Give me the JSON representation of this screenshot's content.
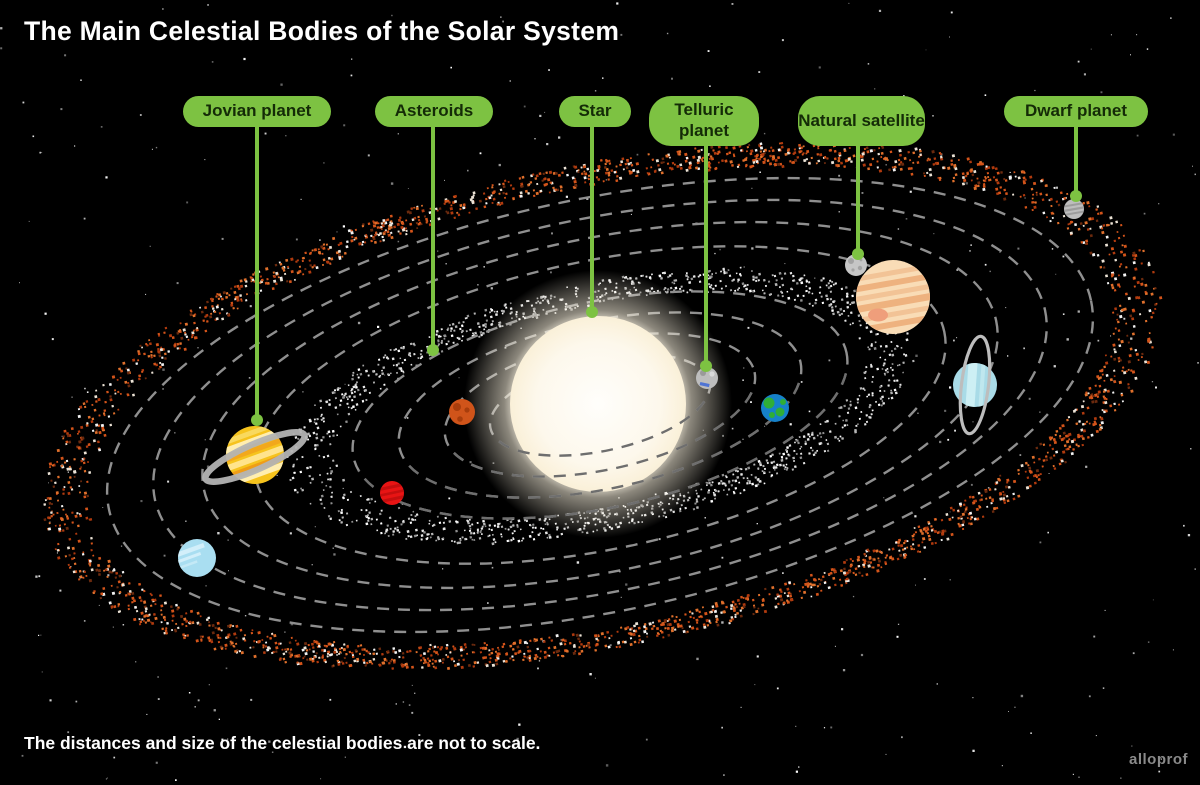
{
  "title": "The Main Celestial Bodies of the Solar System",
  "footer": {
    "note": "The distances and size of the celestial bodies are not to scale."
  },
  "watermark": "alloprof",
  "callouts": [
    {
      "id": "jovian-planet",
      "text": "Jovian planet"
    },
    {
      "id": "asteroids",
      "text": "Asteroids"
    },
    {
      "id": "star",
      "text": "Star"
    },
    {
      "id": "telluric-planet",
      "text": "Telluric planet"
    },
    {
      "id": "natural-satellite",
      "text": "Natural satellite"
    },
    {
      "id": "dwarf-planet",
      "text": "Dwarf planet"
    }
  ],
  "colors": {
    "background": "#000000",
    "callout_green": "#7dc242",
    "callout_text": "#142b07",
    "orbit_gray": "#8f8f8f",
    "asteroid_belt_gray": "#c9c9c9",
    "kuiper_belt_orange": "#d4541a",
    "sun_cream": "#fdf7e8",
    "title_white": "#ffffff",
    "watermark_gray": "#999999"
  }
}
